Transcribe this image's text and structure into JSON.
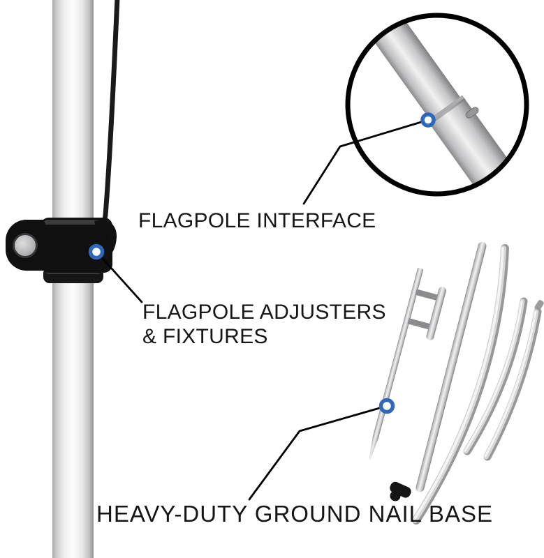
{
  "figure": {
    "type": "product-annotation-diagram",
    "subject": "feather flagpole hardware kit",
    "components": [
      "assembled flagpole with black bungee cord",
      "black flagpole adjuster clamp with thumb bolt and hook",
      "zoom inset showing pole section interface joint with spring pin",
      "ground spike with step handle",
      "bottom pole section with black clip",
      "middle pole section",
      "two flexible curved top pole sections"
    ]
  },
  "labels": {
    "interface": "FLAGPOLE INTERFACE",
    "adjusters_line1": "FLAGPOLE ADJUSTERS",
    "adjusters_line2": "& FIXTURES",
    "ground_nail": "HEAVY-DUTY GROUND NAIL BASE"
  },
  "colors": {
    "marker_blue": "#2f68bb",
    "leader_line": "#000000",
    "text": "#161616",
    "clamp_black": "#121212",
    "metal_light": "#f2f2f3",
    "metal_dark": "#8a8a8d",
    "background": "#ffffff"
  },
  "markers": [
    {
      "name": "flagpole-interface-marker"
    },
    {
      "name": "flagpole-adjusters-marker"
    },
    {
      "name": "ground-nail-marker"
    }
  ]
}
